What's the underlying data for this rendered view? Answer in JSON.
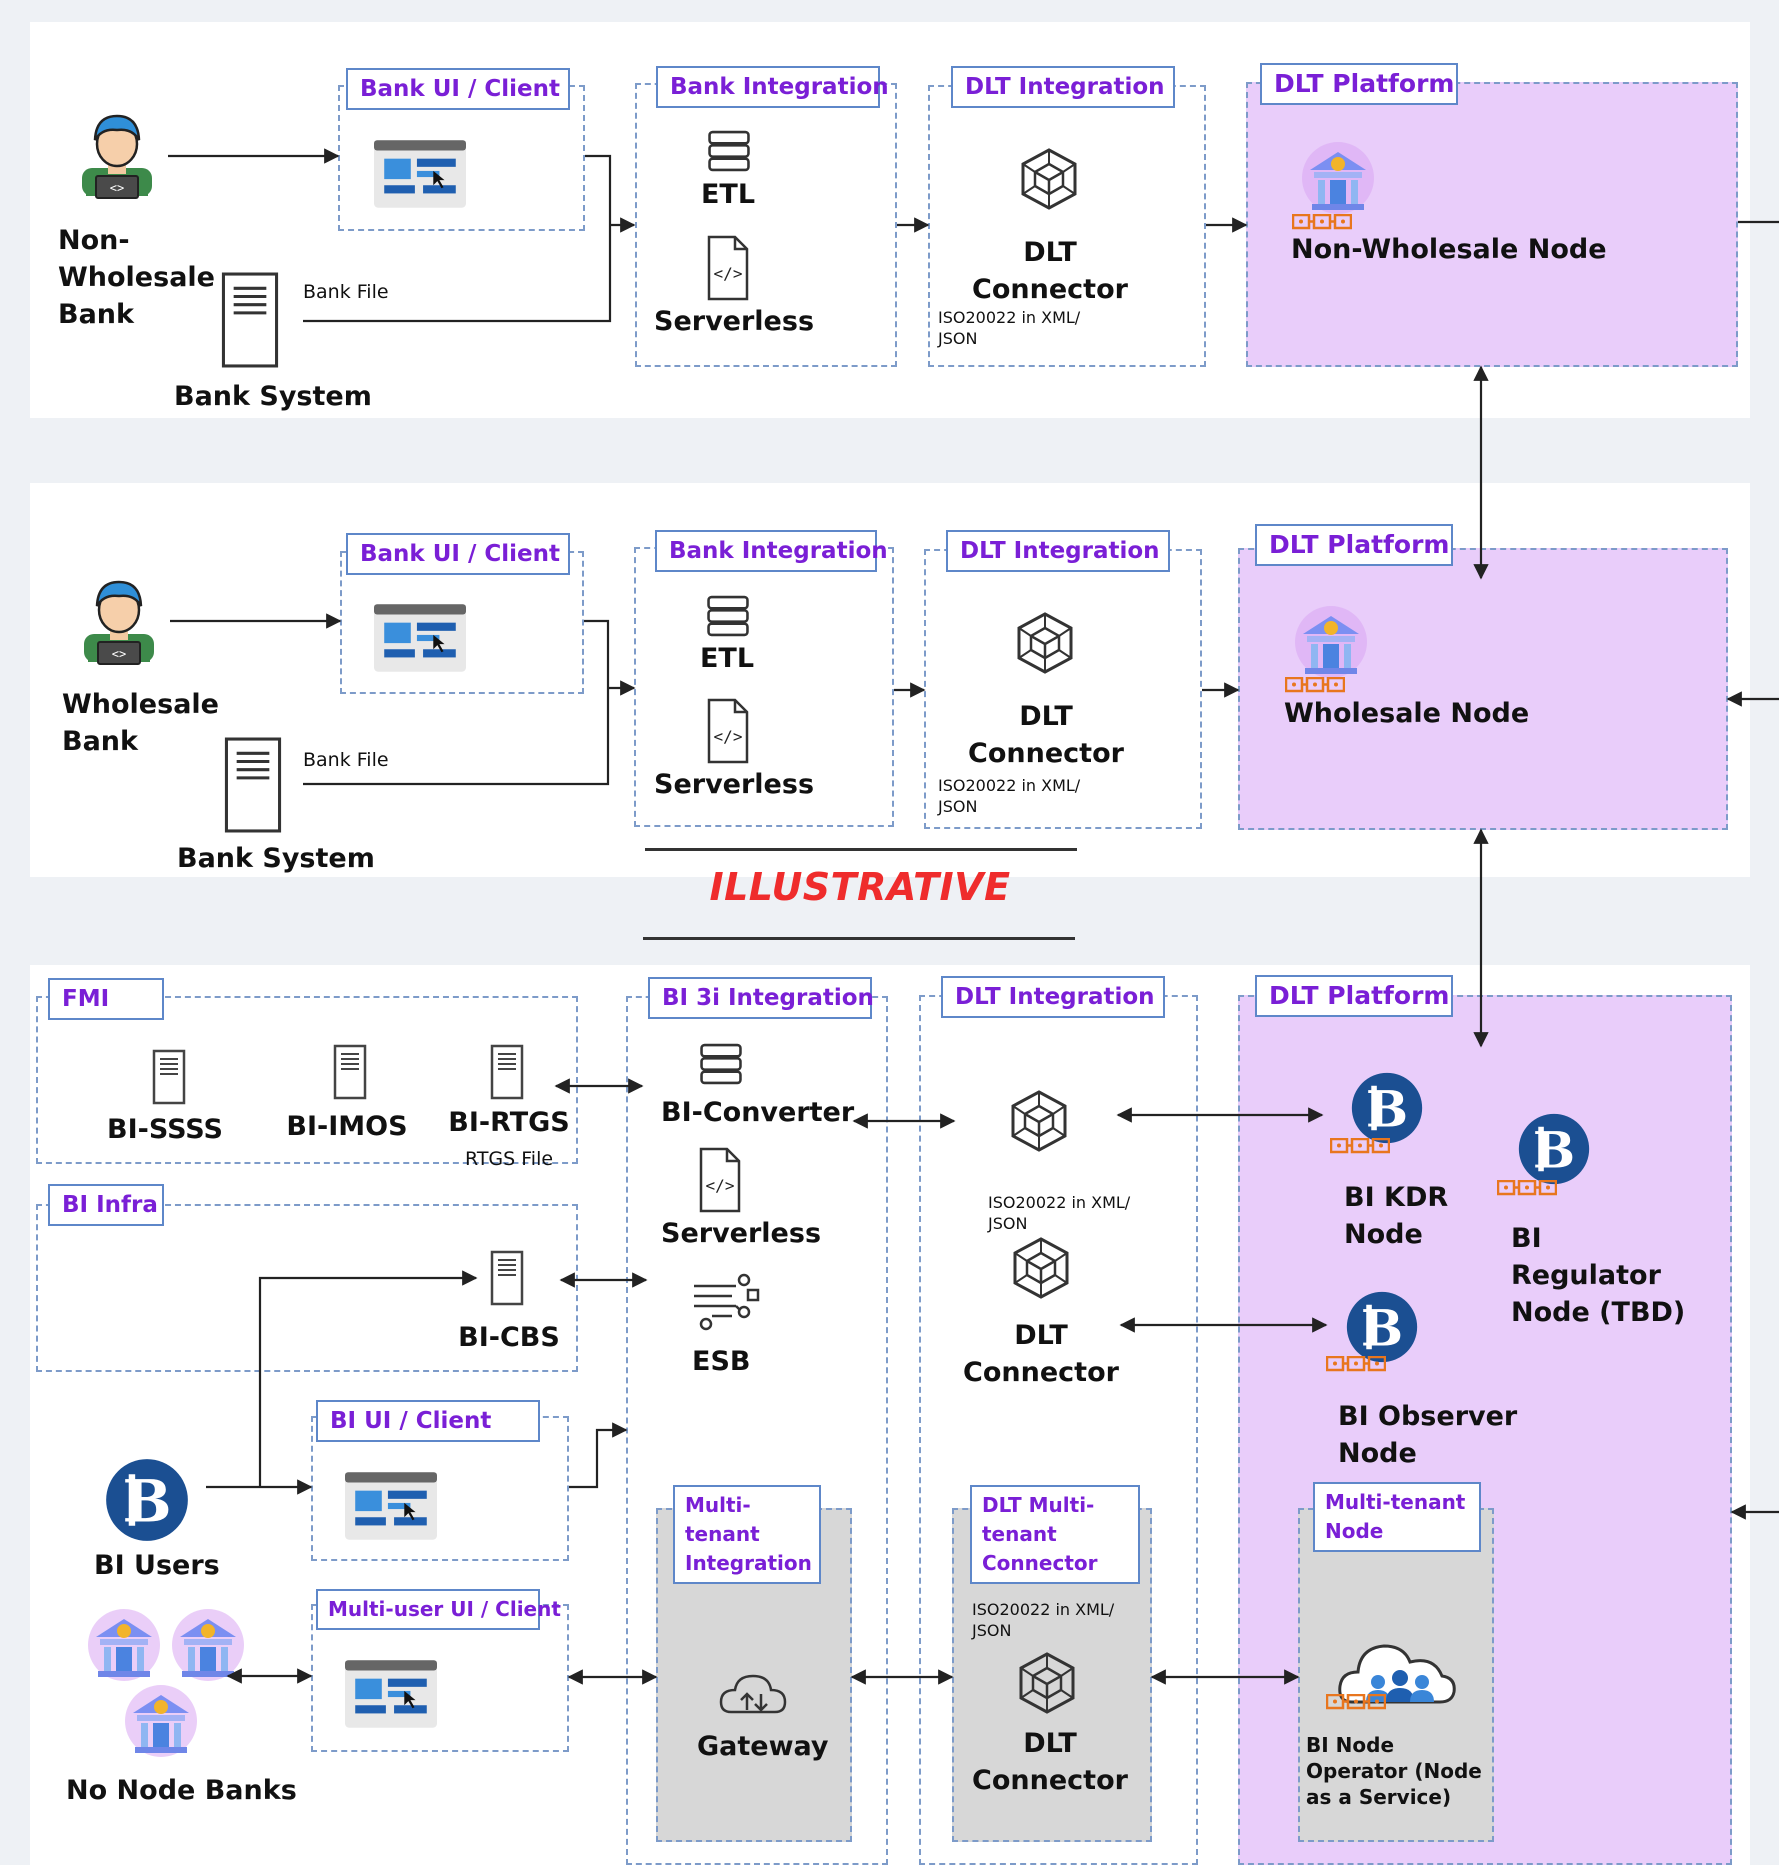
{
  "illustrative": "ILLUSTRATIVE",
  "row1": {
    "bank_label": "Non-Wholesale Bank",
    "bank_system": "Bank System",
    "bank_file": "Bank File",
    "ui_title": "Bank UI / Client",
    "integration_title": "Bank Integration",
    "etl": "ETL",
    "serverless": "Serverless",
    "dlt_integration_title": "DLT Integration",
    "dlt_connector": "DLT Connector",
    "iso_note": "ISO20022 in XML/ JSON",
    "platform_title": "DLT Platform",
    "node_label": "Non-Wholesale Node"
  },
  "row2": {
    "bank_label": "Wholesale Bank",
    "bank_system": "Bank System",
    "bank_file": "Bank File",
    "ui_title": "Bank UI / Client",
    "integration_title": "Bank Integration",
    "etl": "ETL",
    "serverless": "Serverless",
    "dlt_integration_title": "DLT Integration",
    "dlt_connector": "DLT Connector",
    "iso_note": "ISO20022 in XML/ JSON",
    "platform_title": "DLT Platform",
    "node_label": "Wholesale Node"
  },
  "row3": {
    "fmi_title": "FMI",
    "bi_ssss": "BI-SSSS",
    "bi_imos": "BI-IMOS",
    "bi_rtgs": "BI-RTGS",
    "rtgs_file": "RTGS File",
    "bi_infra_title": "BI Infra",
    "bi_cbs": "BI-CBS",
    "bi_ui_title": "BI UI / Client",
    "multi_user_ui_title": "Multi-user UI / Client",
    "bi_users": "BI Users",
    "no_node_banks": "No Node Banks",
    "integration_title": "BI 3i Integration",
    "bi_converter": "BI-Converter",
    "serverless": "Serverless",
    "esb": "ESB",
    "multi_tenant_integration_title": "Multi-tenant Integration",
    "gateway": "Gateway",
    "dlt_integration_title": "DLT Integration",
    "iso_note": "ISO20022 in XML/ JSON",
    "dlt_connector": "DLT Connector",
    "dlt_multi_tenant_title": "DLT Multi-tenant Connector",
    "iso_note_2": "ISO20022 in XML/ JSON",
    "dlt_connector_2": "DLT Connector",
    "platform_title": "DLT Platform",
    "bi_kdr_node": "BI KDR Node",
    "bi_regulator_node": "BI Regulator Node (TBD)",
    "bi_observer_node": "BI Observer Node",
    "multi_tenant_node_title": "Multi-tenant Node",
    "bi_node_operator": "BI Node Operator (Node as a Service)"
  },
  "colors": {
    "platform_fill": "#e9cdfa",
    "title_text": "#7a1fd6",
    "dashed_border": "#7d9bc9",
    "illustrative": "#ef2c2c",
    "bi_logo": "#1b4f92"
  }
}
